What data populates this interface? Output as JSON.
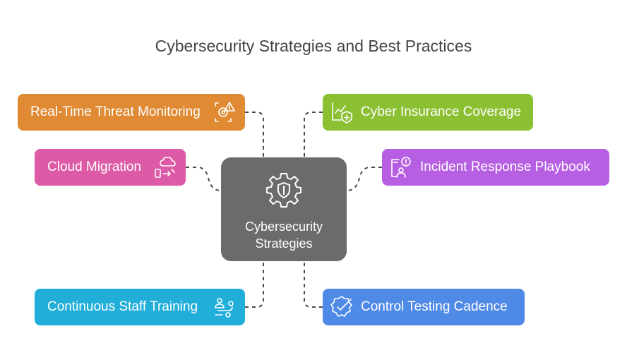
{
  "title": "Cybersecurity Strategies and Best Practices",
  "center": {
    "label": "Cybersecurity Strategies",
    "icon": "shield-gear-icon",
    "color": "#6b6b6b"
  },
  "nodes": {
    "real_time_threat_monitoring": {
      "label": "Real-Time Threat Monitoring",
      "icon": "threat-alert-icon",
      "color": "#e08a34"
    },
    "cloud_migration": {
      "label": "Cloud Migration",
      "icon": "cloud-transfer-icon",
      "color": "#dd5aa6"
    },
    "continuous_staff_training": {
      "label": "Continuous Staff Training",
      "icon": "training-path-icon",
      "color": "#21aed8"
    },
    "cyber_insurance_coverage": {
      "label": "Cyber Insurance Coverage",
      "icon": "insurance-chart-icon",
      "color": "#8cc033"
    },
    "incident_response_playbook": {
      "label": "Incident Response Playbook",
      "icon": "incident-alert-icon",
      "color": "#b65fe2"
    },
    "control_testing_cadence": {
      "label": "Control Testing Cadence",
      "icon": "badge-check-icon",
      "color": "#4f8ae6"
    }
  }
}
